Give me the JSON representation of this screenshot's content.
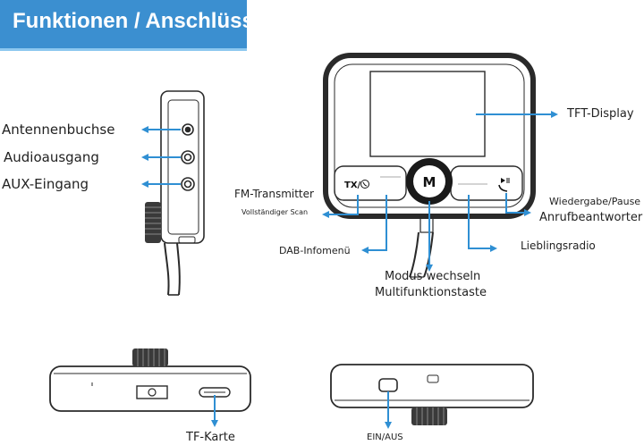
{
  "title": "Funktionen / Anschlüsse",
  "colors": {
    "accent": "#2f8fd3",
    "banner": "#3b8fd0",
    "outline": "#2a2a2a"
  },
  "labels": {
    "antenna_jack": "Antennenbuchse",
    "audio_out": "Audioausgang",
    "aux_in": "AUX-Eingang",
    "tft_display": "TFT-Display",
    "fm_transmitter": "FM-Transmitter",
    "full_scan": "Vollständiger Scan",
    "dab_info_menu": "DAB-Infomenü",
    "mode_switch": "Modus wechseln",
    "multifunction_key": "Multifunktionstaste",
    "play_pause": "Wiedergabe/Pause",
    "call_answer": "Anrufbeantworter",
    "favorite_radio": "Lieblingsradio",
    "tf_card": "TF-Karte",
    "power": "EIN/AUS"
  },
  "buttons": {
    "left_key": "TX/",
    "mode_key": "M",
    "right_key_icon": "play-pause-icon"
  }
}
